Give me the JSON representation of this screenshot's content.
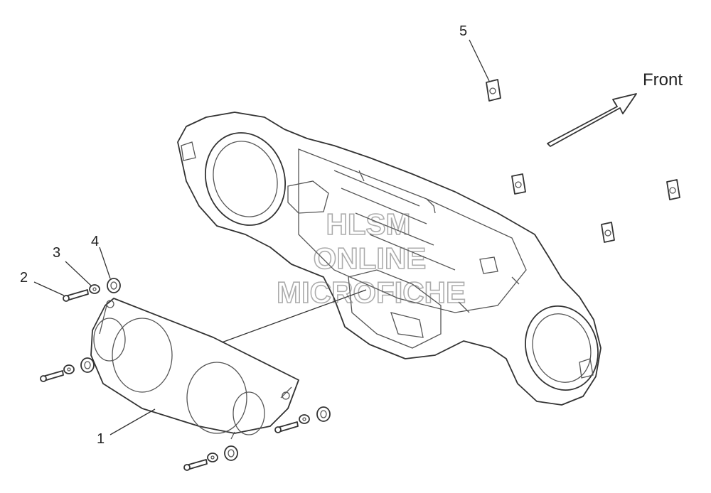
{
  "callouts": [
    {
      "id": "1",
      "text": "1"
    },
    {
      "id": "2",
      "text": "2"
    },
    {
      "id": "3",
      "text": "3"
    },
    {
      "id": "4",
      "text": "4"
    },
    {
      "id": "5",
      "text": "5"
    }
  ],
  "direction_label": "Front",
  "watermark": {
    "line1": "HLSM",
    "line2": "ONLINE",
    "line3": "MICROFICHE"
  },
  "colors": {
    "line": "#333333",
    "background": "#ffffff",
    "watermark": "#6a6a6a"
  }
}
